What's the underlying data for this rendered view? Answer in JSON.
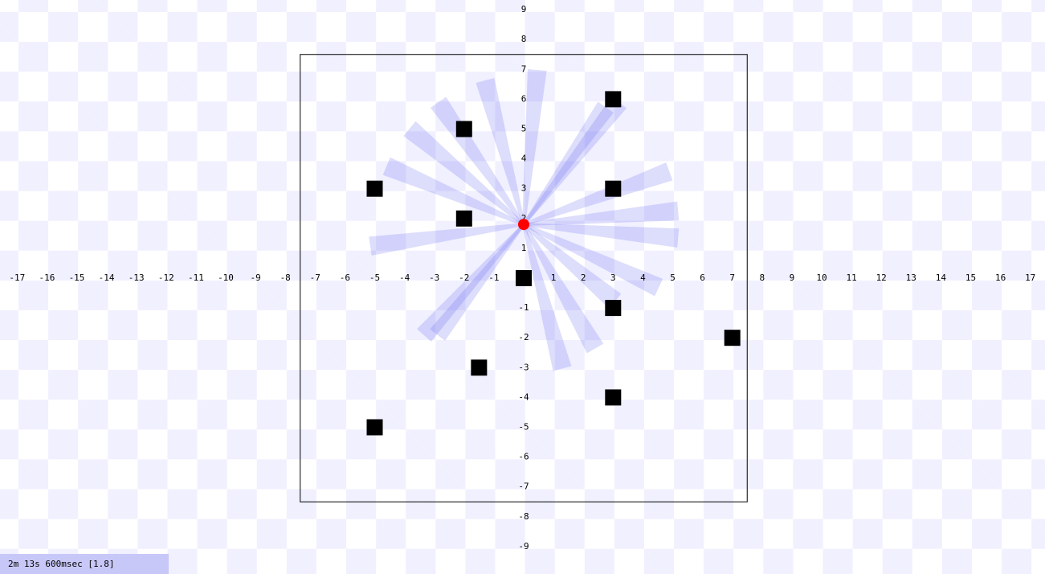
{
  "axes": {
    "x_ticks": [
      "-17",
      "-16",
      "-15",
      "-14",
      "-13",
      "-12",
      "-11",
      "-10",
      "-9",
      "-8",
      "-7",
      "-6",
      "-5",
      "-4",
      "-3",
      "-2",
      "-1",
      "1",
      "2",
      "3",
      "4",
      "5",
      "6",
      "7",
      "8",
      "9",
      "10",
      "11",
      "12",
      "13",
      "14",
      "15",
      "16",
      "17"
    ],
    "y_ticks": [
      "9",
      "8",
      "7",
      "6",
      "5",
      "4",
      "3",
      "2",
      "1",
      "-1",
      "-2",
      "-3",
      "-4",
      "-5",
      "-6",
      "-7",
      "-8",
      "-9"
    ]
  },
  "arena": {
    "x_min": -7.5,
    "x_max": 7.5,
    "y_min": -7.5,
    "y_max": 7.5
  },
  "robot": {
    "x": 0,
    "y": 1.8,
    "color": "#ff0000"
  },
  "obstacles": [
    {
      "x": 3,
      "y": 6
    },
    {
      "x": -2,
      "y": 5
    },
    {
      "x": -5,
      "y": 3
    },
    {
      "x": 3,
      "y": 3
    },
    {
      "x": -2,
      "y": 2
    },
    {
      "x": 0,
      "y": 0
    },
    {
      "x": 3,
      "y": -1
    },
    {
      "x": 7,
      "y": -2
    },
    {
      "x": -1.5,
      "y": -3
    },
    {
      "x": 3,
      "y": -4
    },
    {
      "x": -5,
      "y": -5
    }
  ],
  "sensor_beams": [
    {
      "angle_deg": 5,
      "range": 5.2
    },
    {
      "angle_deg": -5,
      "range": 5.2
    },
    {
      "angle_deg": 20,
      "range": 5.2
    },
    {
      "angle_deg": -25,
      "range": 5.0
    },
    {
      "angle_deg": 52,
      "range": 5.2
    },
    {
      "angle_deg": 55,
      "range": 4.8
    },
    {
      "angle_deg": -40,
      "range": 4.0
    },
    {
      "angle_deg": -60,
      "range": 4.8
    },
    {
      "angle_deg": -75,
      "range": 5.0
    },
    {
      "angle_deg": 85,
      "range": 5.2
    },
    {
      "angle_deg": 105,
      "range": 5.0
    },
    {
      "angle_deg": 125,
      "range": 5.0
    },
    {
      "angle_deg": 140,
      "range": 5.0
    },
    {
      "angle_deg": 157,
      "range": 5.0
    },
    {
      "angle_deg": 188,
      "range": 5.2
    },
    {
      "angle_deg": 228,
      "range": 5.0
    },
    {
      "angle_deg": 232,
      "range": 4.7
    }
  ],
  "beam_color": "#6464f0",
  "status": {
    "text": "2m 13s 600msec [1.8]"
  }
}
